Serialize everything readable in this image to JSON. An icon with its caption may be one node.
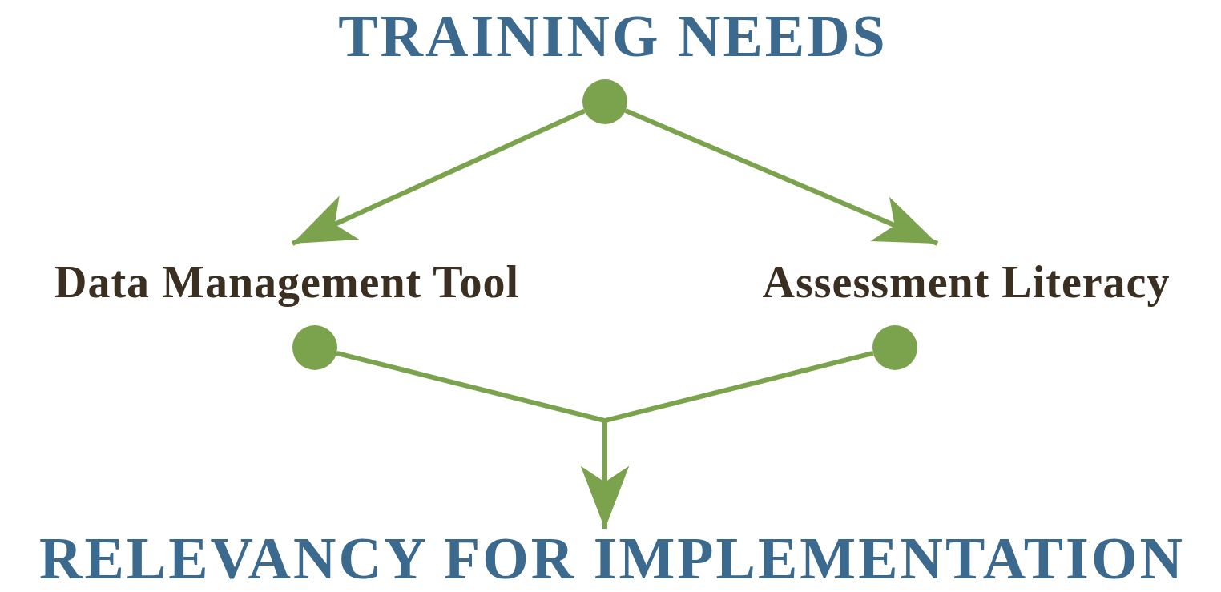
{
  "diagram": {
    "nodes": [
      {
        "text": [
          "TRAINING NEEDS"
        ]
      },
      {
        "text": [],
        "shape": "circle"
      },
      {
        "text": [
          "Data Management Tool"
        ]
      },
      {
        "text": [
          "Assessment Literacy"
        ]
      },
      {
        "text": [],
        "shape": "circle"
      },
      {
        "text": [],
        "shape": "circle"
      },
      {
        "text": [
          "RELEVANCY FOR IMPLEMENTATION"
        ]
      }
    ],
    "edges": [
      {
        "from": 1,
        "to": 2,
        "arrow": "to"
      },
      {
        "from": 1,
        "to": 3,
        "arrow": "to"
      },
      {
        "from": 4,
        "to": 6,
        "arrow": "to"
      },
      {
        "from": 5,
        "to": 6,
        "arrow": "to"
      }
    ]
  }
}
